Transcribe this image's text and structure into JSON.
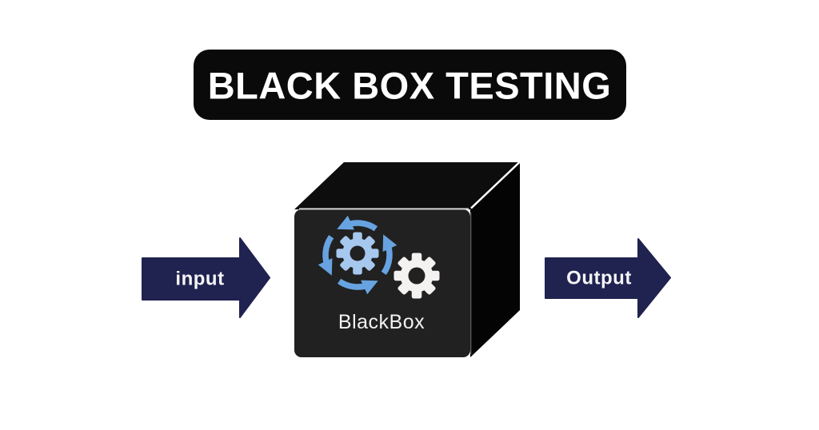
{
  "title": {
    "label": "BLACK BOX TESTING"
  },
  "flow": {
    "input_label": "input",
    "output_label": "Output",
    "box_label": "BlackBox"
  },
  "icons": {
    "sync_gear": "gear-with-cycle-arrows-icon",
    "plain_gear": "gear-icon"
  },
  "colors": {
    "background": "#ffffff",
    "banner_bg": "#0a0a0a",
    "banner_text": "#ffffff",
    "arrow_fill": "#20224f",
    "arrow_text": "#f5f5f7",
    "box_front": "#212121",
    "box_top": "#0d0d0d",
    "box_side": "#040404",
    "edge_highlight": "#ffffff",
    "edge_highlight_soft": "#d6d6d6",
    "edge_vertical": "#9a9a9a",
    "gear_blue": "#a6c8ee",
    "cycle_arrow_blue": "#67a3e1",
    "gear_white": "#f4f1f1",
    "box_text": "#f2f2f2"
  }
}
